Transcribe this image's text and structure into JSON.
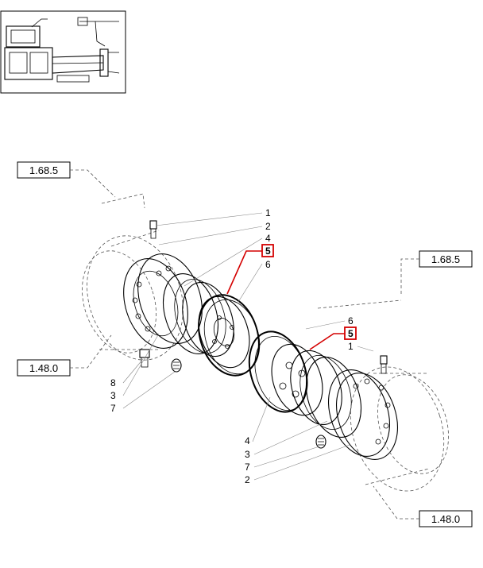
{
  "refs": {
    "top_left": "1.68.5",
    "top_right": "1.68.5",
    "bottom_left": "1.48.0",
    "bottom_right": "1.48.0"
  },
  "callouts_left": {
    "c1": "1",
    "c2": "2",
    "c4": "4",
    "c5": "5",
    "c6": "6",
    "c8": "8",
    "c3": "3",
    "c7": "7"
  },
  "callouts_right": {
    "c6": "6",
    "c5": "5",
    "c1": "1",
    "c4": "4",
    "c3": "3",
    "c7": "7",
    "c2": "2"
  },
  "colors": {
    "highlight": "#d40000"
  },
  "icons": {
    "thumbnail": "tractor-drivetrain-thumbnail-icon"
  }
}
